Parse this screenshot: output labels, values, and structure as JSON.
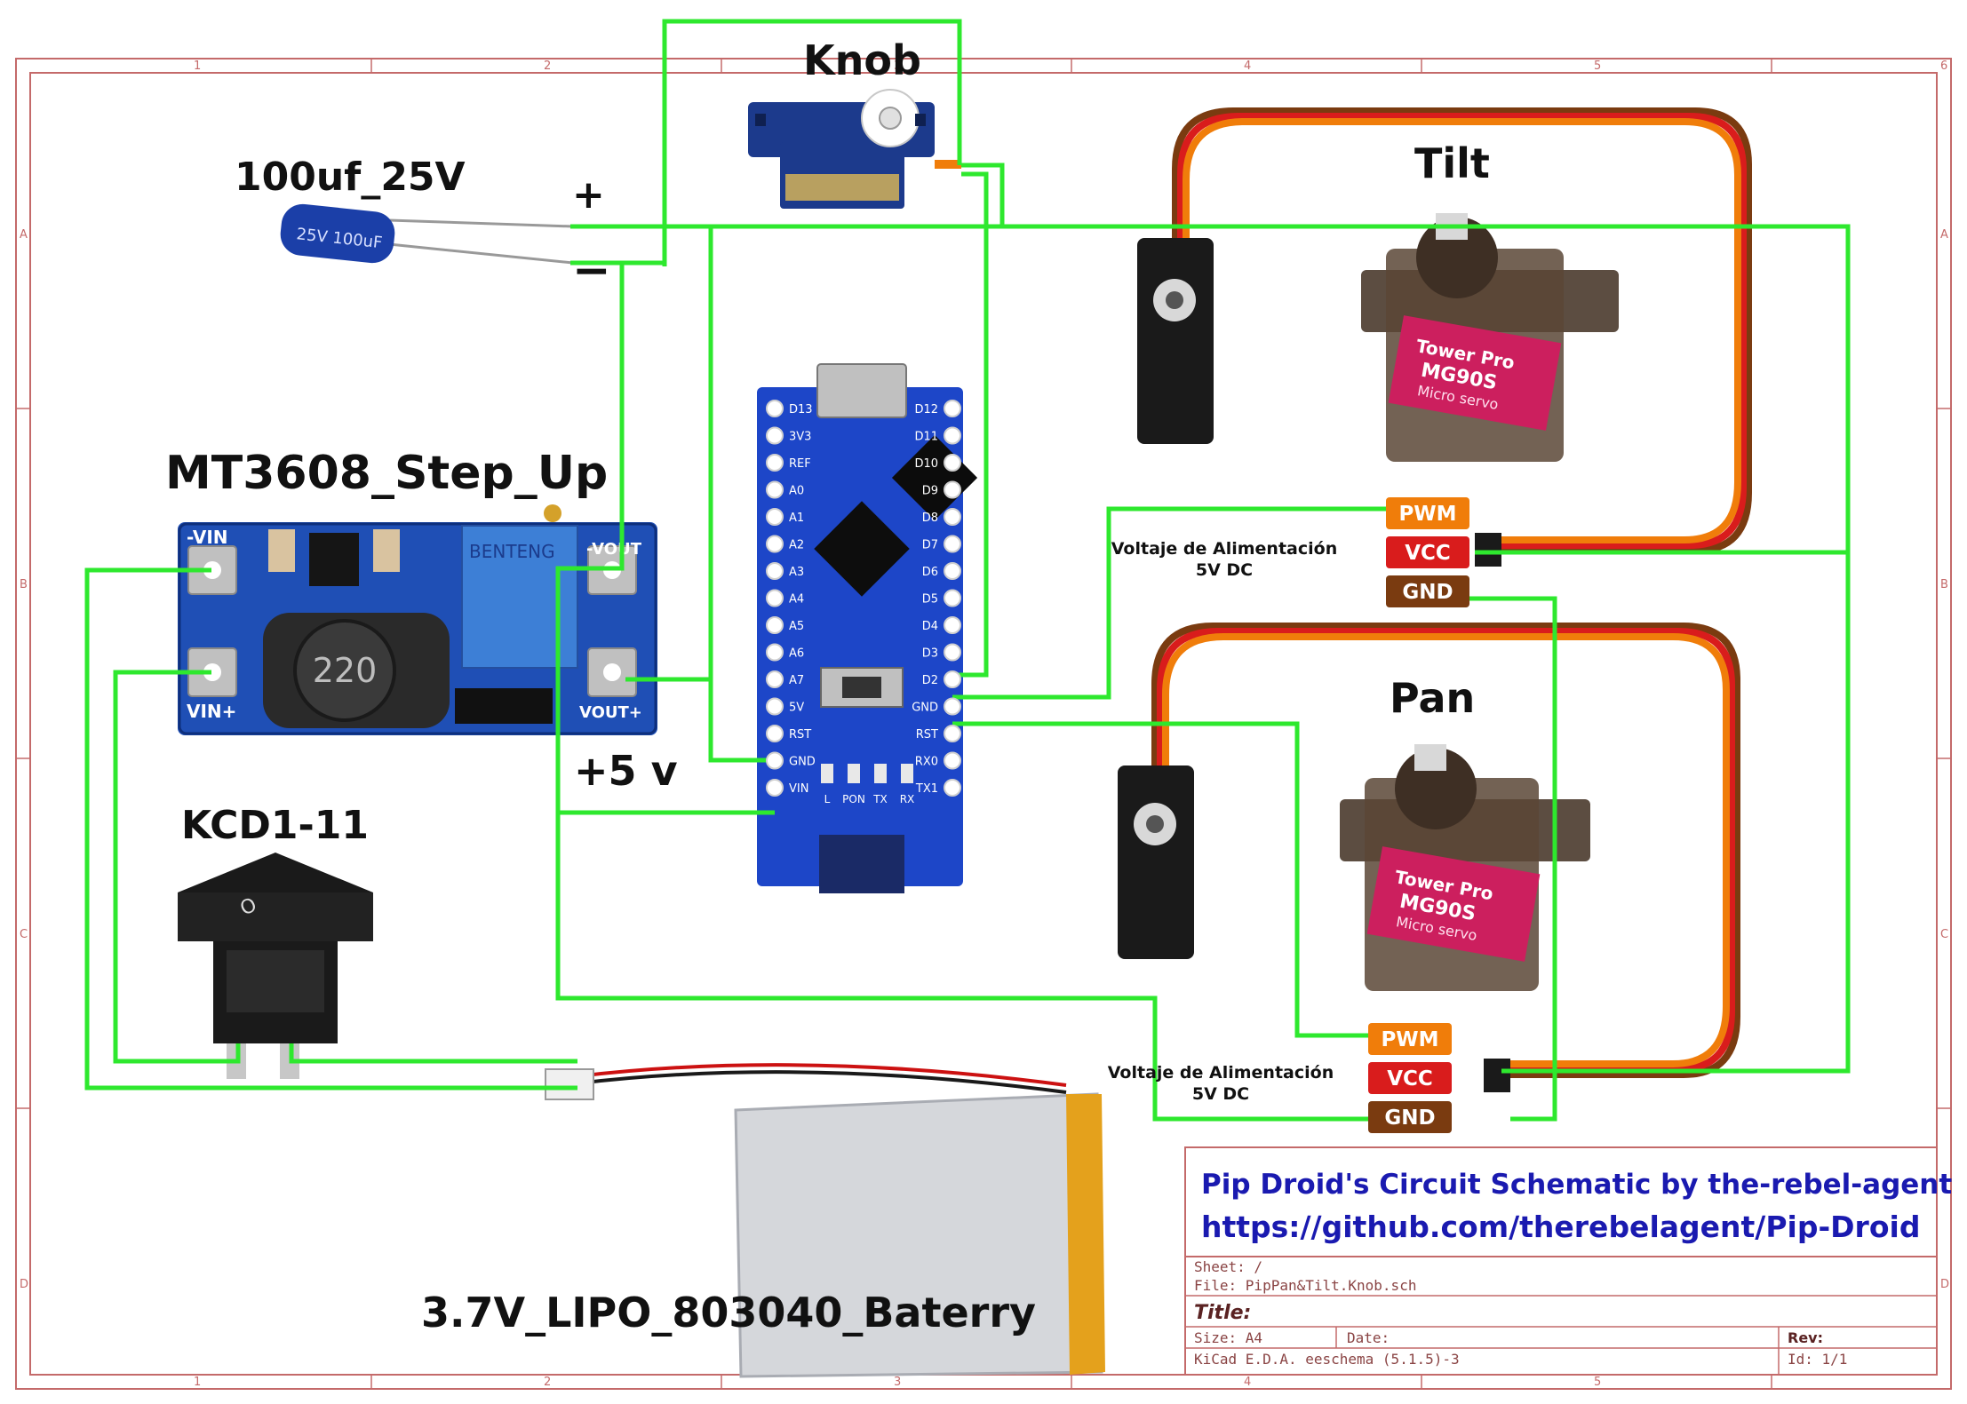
{
  "labels": {
    "knob": "Knob",
    "cap": "100uf_25V",
    "plus": "+",
    "minus": "−",
    "tilt": "Tilt",
    "pan": "Pan",
    "stepup": "MT3608_Step_Up",
    "plus5v": "+5 v",
    "switch": "KCD1-11",
    "battery": "3.7V_LIPO_803040_Baterry"
  },
  "pins_tilt": {
    "pwm": "PWM",
    "vcc": "VCC",
    "gnd": "GND"
  },
  "pins_pan": {
    "pwm": "PWM",
    "vcc": "VCC",
    "gnd": "GND"
  },
  "power_note": {
    "line1": "Voltaje de Alimentación",
    "line2": "5V DC"
  },
  "module_text": {
    "stepup_vin_minus": "-VIN",
    "stepup_vout_minus": "-VOUT",
    "stepup_vin_plus": "VIN+",
    "stepup_vout_plus": "VOUT+",
    "inductor": "220",
    "trimmer": "BENTENG",
    "servo_brand": "Tower Pro",
    "servo_model": "MG90S",
    "servo_sub": "Micro servo",
    "switch_mark": "O",
    "cap_text": "25V 100uF"
  },
  "nano_left_pins": [
    "D13",
    "3V3",
    "REF",
    "A0",
    "A1",
    "A2",
    "A3",
    "A4",
    "A5",
    "A6",
    "A7",
    "5V",
    "RST",
    "GND",
    "VIN"
  ],
  "nano_right_pins": [
    "D12",
    "D11",
    "D10",
    "D9",
    "D8",
    "D7",
    "D6",
    "D5",
    "D4",
    "D3",
    "D2",
    "GND",
    "RST",
    "RX0",
    "TX1"
  ],
  "nano_leds": [
    "L",
    "PON",
    "TX",
    "RX"
  ],
  "title_block": {
    "heading": "Pip Droid's Circuit Schematic by the-rebel-agent",
    "url": "https://github.com/therebelagent/Pip-Droid",
    "sheet": "Sheet: /",
    "file": "File: PipPan&Tilt.Knob.sch",
    "title": "Title:",
    "size": "Size: A4",
    "date": "Date:",
    "rev": "Rev:",
    "tool": "KiCad E.D.A.  eeschema (5.1.5)-3",
    "id": "Id: 1/1"
  },
  "frame": {
    "cols": [
      "1",
      "2",
      "3",
      "4",
      "5",
      "6"
    ],
    "rows": [
      "A",
      "B",
      "C",
      "D"
    ]
  },
  "colors": {
    "wire": "#2ee82e",
    "frame": "#c46a6a",
    "title_text": "#1a1ab0",
    "board_blue": "#1f4fb5",
    "nano_blue": "#1d46c8",
    "pwm_pin": "#f07d0a",
    "vcc_pin": "#d91c1c",
    "gnd_pin": "#7a3b10",
    "servo_blue": "#1c3a8c"
  }
}
